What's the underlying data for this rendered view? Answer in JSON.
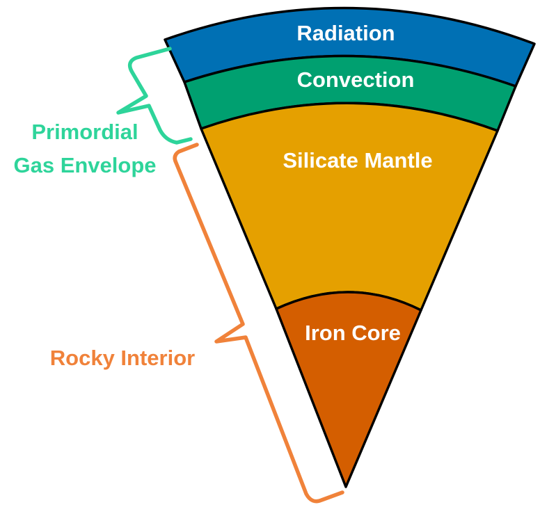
{
  "layers": [
    {
      "id": "radiation",
      "label": "Radiation",
      "color": "#0070B4"
    },
    {
      "id": "convection",
      "label": "Convection",
      "color": "#00A070"
    },
    {
      "id": "silicate-mantle",
      "label": "Silicate Mantle",
      "color": "#E5A000"
    },
    {
      "id": "iron-core",
      "label": "Iron Core",
      "color": "#D45E00"
    }
  ],
  "groups": {
    "primordial": {
      "line1": "Primordial",
      "line2": "Gas Envelope",
      "color": "#2ED49A"
    },
    "rocky": {
      "label": "Rocky Interior",
      "color": "#F0823A"
    }
  }
}
